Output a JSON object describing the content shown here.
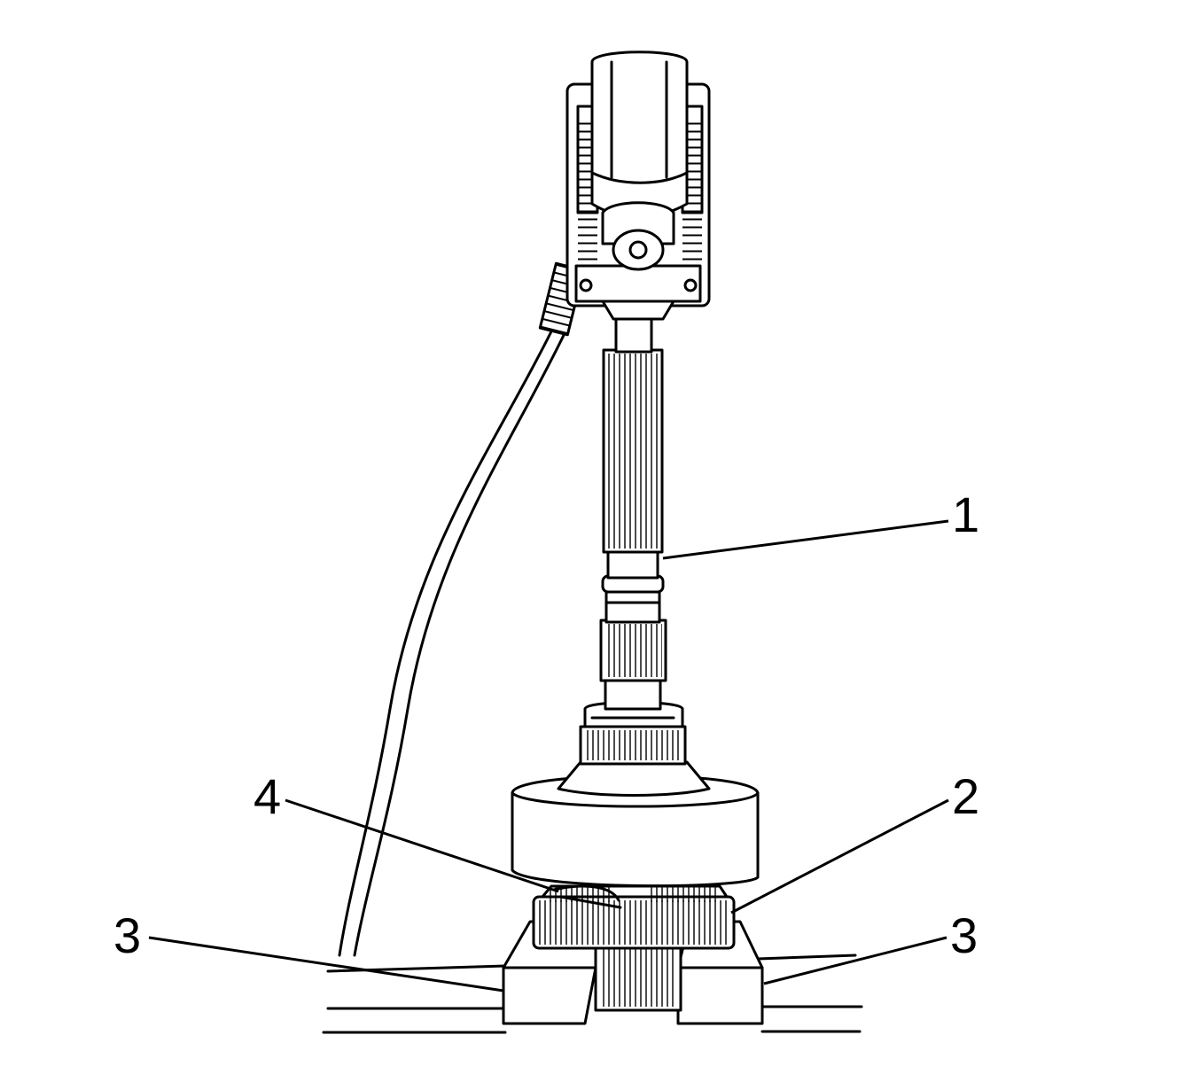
{
  "callouts": [
    {
      "id": "c1",
      "label": "1"
    },
    {
      "id": "c2",
      "label": "2"
    },
    {
      "id": "c3a",
      "label": "3"
    },
    {
      "id": "c3b",
      "label": "3"
    },
    {
      "id": "c4",
      "label": "4"
    }
  ],
  "colors": {
    "ink": "#000000",
    "background": "#ffffff"
  }
}
